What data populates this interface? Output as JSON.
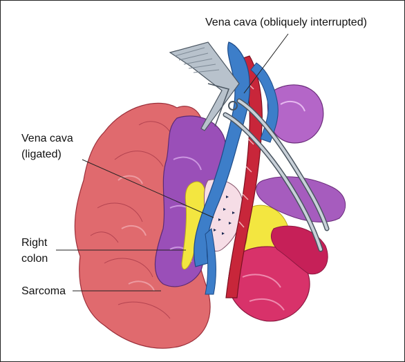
{
  "labels": {
    "vena_cava_oblique": "Vena cava (obliquely interrupted)",
    "vena_cava_ligated": "Vena cava\n(ligated)",
    "right_colon": "Right\ncolon",
    "sarcoma": "Sarcoma"
  },
  "colors": {
    "tumor_red": "#e06a6e",
    "tumor_pink": "#f0a0a8",
    "colon_purple": "#9a4fb8",
    "vena_cava_blue": "#3d7ec9",
    "artery_red": "#c8263a",
    "fat_yellow": "#f3e640",
    "instrument_gray": "#b8c2cc",
    "leader_line": "#222222"
  }
}
